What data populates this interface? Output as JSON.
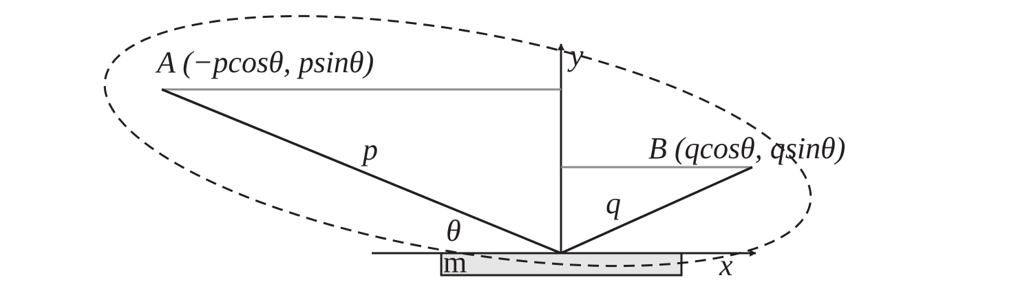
{
  "labels": {
    "point_a": "A (−pcosθ, psinθ)",
    "point_b": "B (qcosθ, qsinθ)",
    "segment_p": "p",
    "segment_q": "q",
    "angle": "θ",
    "axis_x": "x",
    "axis_y": "y",
    "mirror": "m"
  },
  "colors": {
    "line": "#231f20",
    "projection": "#8c8c8c",
    "mirror_fill": "#e6e6e6"
  }
}
